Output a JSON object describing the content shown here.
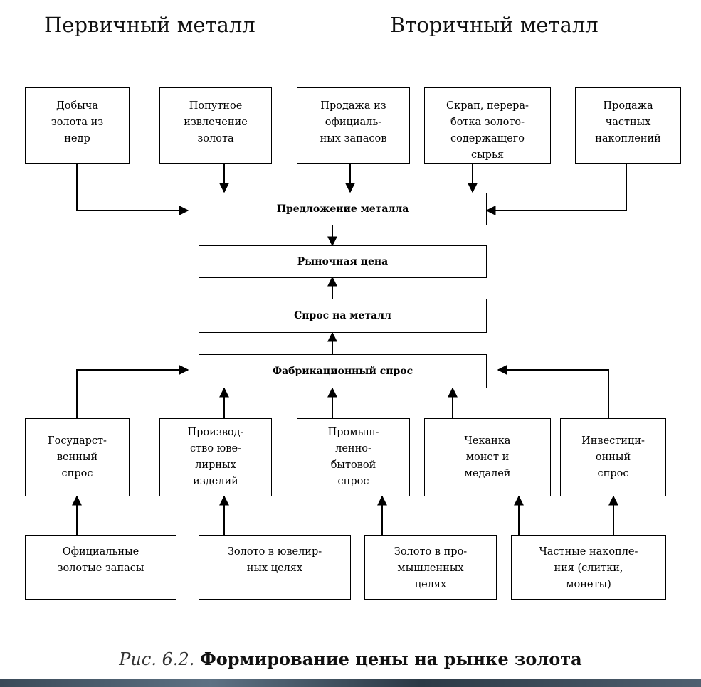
{
  "headings": {
    "primary": "Первичный металл",
    "secondary": "Вторичный металл"
  },
  "supply_sources": [
    "Добыча\nзолота из\nнедр",
    "Попутное\nизвлечение\nзолота",
    "Продажа из\nофициаль-\nных запасов",
    "Скрап, перера-\nботка золото-\nсодержащего\nсырья",
    "Продажа\nчастных\nнакоплений"
  ],
  "central_chain": {
    "supply": "Предложение металла",
    "price": "Рыночная цена",
    "demand": "Спрос на металл",
    "fabrication": "Фабрикационный спрос"
  },
  "demand_categories": [
    "Государст-\nвенный\nспрос",
    "Производ-\nство юве-\nлирных\nизделий",
    "Промыш-\nленно-\nбытовой\nспрос",
    "Чеканка\nмонет и\nмедалей",
    "Инвестици-\nонный\nспрос"
  ],
  "gold_holdings": [
    "Официальные\nзолотые запасы",
    "Золото в ювелир-\nных целях",
    "Золото в про-\nмышленных\nцелях",
    "Частные накопле-\nния (слитки,\nмонеты)"
  ],
  "caption": {
    "prefix": "Рис. 6.2.",
    "title": "Формирование цены на рынке золота"
  }
}
